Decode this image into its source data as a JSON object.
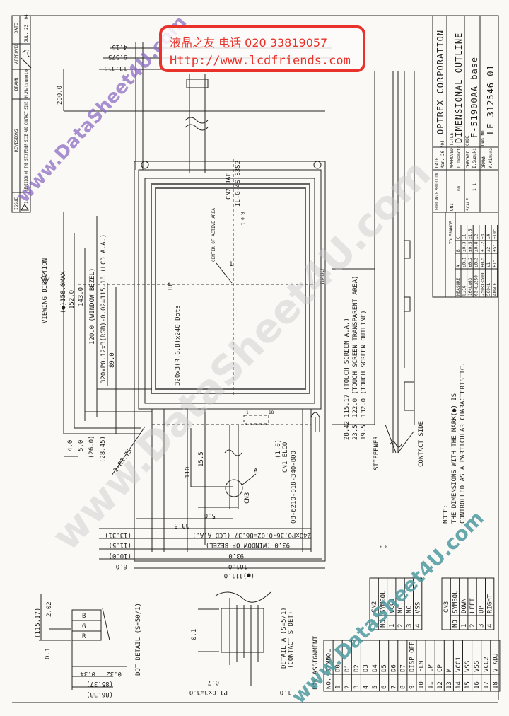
{
  "banner": {
    "line1": "液晶之友 电话 020 33819057",
    "line2": "Http://www.lcdfriends.com",
    "color": "#e8322a"
  },
  "watermark": {
    "text": "www.DataSheet4U.com",
    "colors": [
      "#8b6cc4",
      "#c9c9c9",
      "#4f9aa0"
    ]
  },
  "revisions": {
    "title": "REVISIONS",
    "issue_label": "ISSUE",
    "drawn_label": "DRAWN",
    "approved_label": "APPROVED",
    "date_label": "DATE",
    "entries": [
      {
        "issue": "1",
        "description": "REVISION OF THE STIFFENER SIZE AND CONTACT SIDE",
        "drawn": "N.Matsumoto",
        "date": "JUL. 23 '04"
      }
    ]
  },
  "title_block": {
    "company": "OPTREX CORPORATION",
    "title_label": "TITLE",
    "title": "DIMENSIONAL OUTLINE",
    "code_label": "CODE",
    "code": "F-51900AA base",
    "dwg_label": "DWG NO",
    "dwg_no": "LE-312546-01",
    "projection": "THIRD ANGLE PROJECTION",
    "date_label": "DATE",
    "date": "Mar. 26 '04",
    "unit_label": "UNIT",
    "unit": "mm",
    "scale_label": "SCALE",
    "scale": "1:1",
    "approved_label": "APPROVED",
    "approved": "T.Okamoto",
    "checked_label": "CHECKED",
    "checked": "I.Suzuki",
    "drawn_label": "DRAWN",
    "drawn": "Y.Kimura"
  },
  "tolerance": {
    "title": "TOLERANCE",
    "headers": [
      "MEASURE",
      "A",
      "B",
      "C"
    ],
    "rows": [
      [
        "L≤16",
        "±0.1",
        "±0.3",
        "±1"
      ],
      [
        "16<L≤63",
        "±0.2",
        "±0.5",
        "±1.5"
      ],
      [
        "63<L≤250",
        "±0.3",
        "±0.8",
        "±2"
      ],
      [
        "250<L≤500",
        "±0.5",
        "±1.2",
        "±3"
      ],
      [
        "500<L",
        "±1",
        "±2",
        "±4"
      ],
      [
        "ANGLE",
        "±1°",
        "±5°",
        "±10°"
      ]
    ]
  },
  "dims": {
    "d4_15": "4.15",
    "d9_575": "9.575",
    "d13_315": "13.315",
    "d200": "200.0",
    "d158": "(●)158.0MAX",
    "d152": "152.0",
    "d143": "143.0",
    "d120": "120.0 (WINDOW BEZEL)",
    "lcd_aa_v": "320xP0.12x3(RGB)-0.02=115.18 (LCD A.A.)",
    "d89": "89.0",
    "d4_0": "4.0",
    "d5_0": "5.0",
    "d26": "(26.0)",
    "d28_45": "(28.45)",
    "r175": "2-R1.75",
    "d110": "110",
    "d15_5": "15.5",
    "d5_0b": "5.0",
    "d33_5": "33.5",
    "lcd_aa_h": "240xP0.36-0.02=86.37 (LCD A.A.)",
    "d93w": "93.0 (WINDOW OF BEZEL)",
    "d93": "93.0",
    "d101": "101.0",
    "d111": "(●)111.0",
    "d13_31": "(13.31)",
    "d11_5": "(11.5)",
    "d10_0": "(10.0)",
    "d6_0": "6.0",
    "ts_aa": "115.17 (TOUCH SCREEN A.A.)",
    "ts_ta": "122.0 (TOUCH SCREEN TRANSPARENT AREA)",
    "ts_ol": "132.0 (TOUCH SCREEN OUTLINE)",
    "d28_42": "28.42",
    "d23_5": "23.5",
    "d19_5": "19.5",
    "d0_3": "0.3"
  },
  "labels": {
    "viewing": "VIEWING DIRECTION",
    "up": "UP",
    "down": "DOWN",
    "center": "CENTER OF ACTIVE AREA",
    "one": "1",
    "r01": "R 0.1",
    "dots": "320x3(R.G.B)x240 Dots",
    "cn2": "CN2 JAE",
    "cn2_part": "IL-G-4S-S3S2",
    "cn1": "CN1 ELCO",
    "cn1_part": "08-6210-018-340-800",
    "cn1_d": "(1.0)",
    "pin1": "1",
    "pin18": "18",
    "cn3": "CN3",
    "a": "A",
    "stiffener": "STIFFENER",
    "contact": "CONTACT SIDE"
  },
  "note": {
    "title": "NOTE:",
    "line1": "THE DIMENSIONS WITH THE MARK(●) IS",
    "line2": "CONTROLLED AS A PARTICULAR CHARACTERISTIC."
  },
  "dot_detail": {
    "title": "DOT DETAIL (S=50/1)",
    "d115": "(115.17)",
    "d2_02": "2.02",
    "d0_1": "0.1",
    "r": "R",
    "g": "G",
    "b": "B",
    "d0_32": "0.32",
    "d0_34": "0.34",
    "d85": "(85.37)",
    "d86": "(86.38)"
  },
  "detail_a": {
    "title": "DETAIL A (S=5/1)",
    "subtitle": "(CONTACT S DET)",
    "d0_1": "0.1",
    "d0_7": "0.7",
    "pitch": "P1.0x3=3.0",
    "d1_0": "1.0"
  },
  "pins": {
    "title": "PIN ASSIGNMENT",
    "cn1": {
      "no_label": "NO.",
      "symbol_label": "SYMBOL",
      "pins": [
        [
          "1",
          "D0"
        ],
        [
          "2",
          "D1"
        ],
        [
          "3",
          "D2"
        ],
        [
          "4",
          "D3"
        ],
        [
          "5",
          "D4"
        ],
        [
          "6",
          "D5"
        ],
        [
          "7",
          "D6"
        ],
        [
          "8",
          "D7"
        ],
        [
          "9",
          "DISP OFF"
        ],
        [
          "10",
          "FLM"
        ],
        [
          "11",
          "LP"
        ],
        [
          "12",
          "CP"
        ],
        [
          "13",
          "M"
        ],
        [
          "14",
          "VCC1"
        ],
        [
          "15",
          "VSS"
        ],
        [
          "16",
          "VSS"
        ],
        [
          "17",
          "VCC2"
        ],
        [
          "18",
          "V ADJ"
        ]
      ]
    },
    "cn2": {
      "title": "CN2",
      "no_label": "NO.",
      "symbol_label": "SYMBOL",
      "pins": [
        [
          "1",
          "VCC1"
        ],
        [
          "2",
          "NC"
        ],
        [
          "3",
          "NC"
        ],
        [
          "4",
          "VSS"
        ]
      ]
    },
    "cn3": {
      "title": "CN3",
      "no_label": "NO.",
      "symbol_label": "SYMBOL",
      "pins": [
        [
          "1",
          "DOWN"
        ],
        [
          "2",
          "LEFT"
        ],
        [
          "3",
          "UP"
        ],
        [
          "4",
          "RIGHT"
        ]
      ]
    }
  }
}
